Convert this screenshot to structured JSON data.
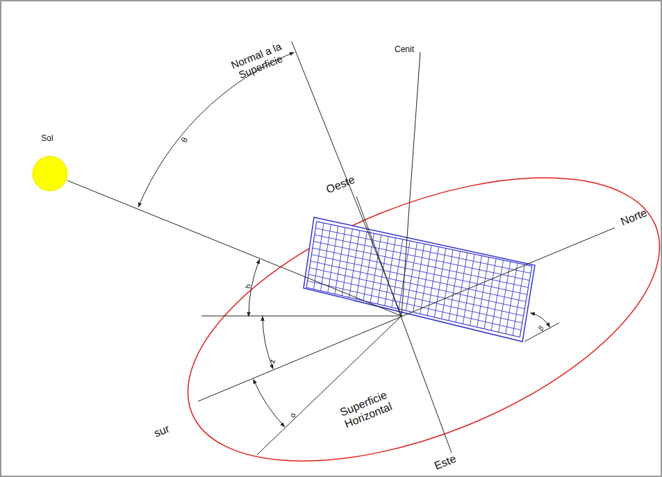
{
  "diagram": {
    "labels": [
      "Normal a la Superficie",
      "Cenit",
      "Sol",
      "Oeste",
      "Norte",
      "sur",
      "Este",
      "Superficie Horizontal",
      "θ",
      "h",
      "z",
      "α",
      "β"
    ]
  }
}
